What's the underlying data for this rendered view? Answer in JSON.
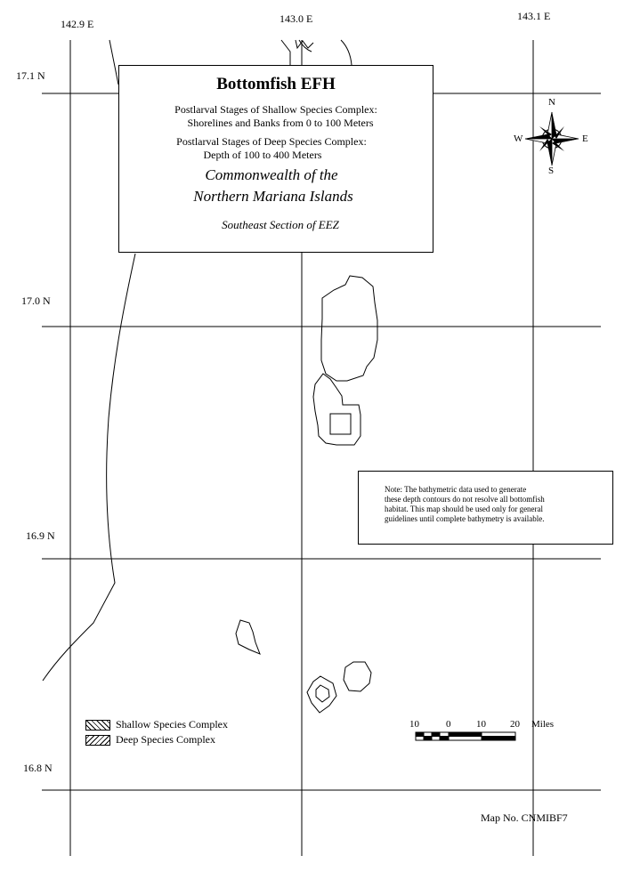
{
  "lon_labels": [
    "142.9 E",
    "143.0 E",
    "143.1 E"
  ],
  "lat_labels": [
    "17.1 N",
    "17.0 N",
    "16.9 N",
    "16.8 N"
  ],
  "title": {
    "heading": "Bottomfish EFH",
    "shallow_line1": "Postlarval Stages of Shallow Species Complex:",
    "shallow_line2": "Shorelines and Banks from 0 to 100 Meters",
    "deep_line1": "Postlarval Stages of Deep Species Complex:",
    "deep_line2": "Depth of 100 to 400 Meters",
    "region_line1": "Commonwealth of the",
    "region_line2": "Northern Mariana Islands",
    "section": "Southeast Section of EEZ"
  },
  "compass": {
    "n": "N",
    "s": "S",
    "e": "E",
    "w": "W"
  },
  "note": {
    "lines": [
      "Note:  The  bathymetric data used to generate",
      "these depth contours do not resolve all bottomfish",
      "habitat.  This map should be used only for general",
      "guidelines until complete bathymetry is available."
    ]
  },
  "legend": {
    "shallow": "Shallow Species Complex",
    "deep": "Deep Species Complex"
  },
  "scale": {
    "ticks": [
      "10",
      "0",
      "10",
      "20"
    ],
    "unit": "Miles"
  },
  "map_number": "Map No. CNMIBF7"
}
